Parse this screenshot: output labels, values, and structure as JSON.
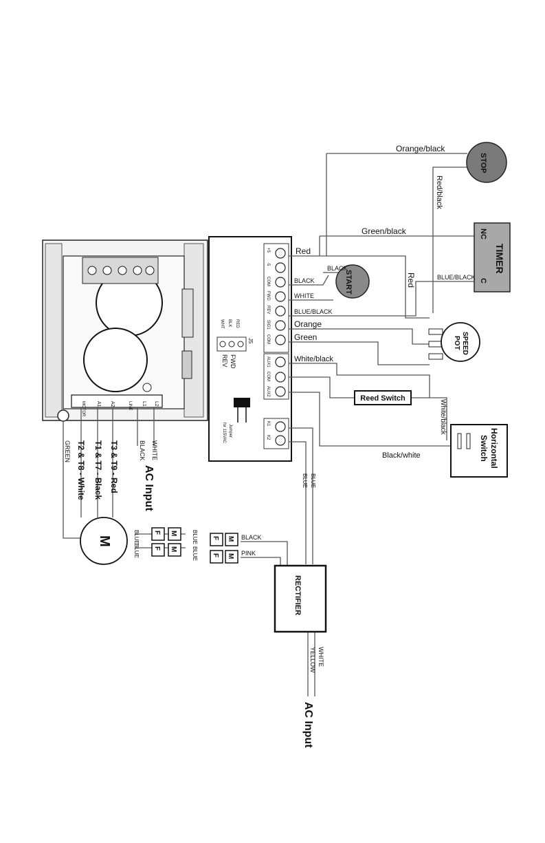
{
  "components": {
    "stop": "STOP",
    "start": "START",
    "timer": "TIMER",
    "timer_nc": "NC",
    "timer_c": "C",
    "speed_pot": [
      "SPEED",
      "POT"
    ],
    "reed_switch": "Reed Switch",
    "horizontal_switch": [
      "Horizontal",
      "Switch"
    ],
    "motor": "M",
    "rectifier": "RECTIFIER",
    "connector_m": "M",
    "connector_f": "F"
  },
  "terminals": [
    "+5",
    "-5",
    "COM",
    "FWD",
    "REV",
    "SIG1",
    "COM",
    "AUX1",
    "COM",
    "AUX2",
    "K1",
    "K2"
  ],
  "jumper_j5": {
    "id": "J5",
    "pins": [
      "RED",
      "BLK",
      "WHT"
    ],
    "positions": [
      "FWD",
      "REV"
    ]
  },
  "jumper_115": [
    "Jumper",
    "for 115VAC"
  ],
  "board_marks": {
    "motor_terminals": [
      "MOTOR",
      "A1",
      "A2"
    ],
    "line_terminals": [
      "LINE",
      "L1",
      "L2"
    ]
  },
  "wires": {
    "orange_black": "Orange/black",
    "red_black": "Red/black",
    "green_black": "Green/black",
    "red_top": "Red",
    "red_side": "Red",
    "black_start": "BLACK",
    "black": "BLACK",
    "white": "WHITE",
    "blue_black": "BLUE/BLACK",
    "blue_black_timer": "BLUE/BLACK",
    "orange": "Orange",
    "green": "Green",
    "white_black": "White/black",
    "white_black_v": "White/black",
    "black_white": "Black/white",
    "blue_1": "BLUE",
    "blue_2": "BLUE",
    "motor_blue_1": "BLUE",
    "motor_blue_2": "BLUE",
    "motor_blue_3": "BLUE",
    "motor_blue_4": "BLUE",
    "rect_black": "BLACK",
    "rect_pink": "PINK",
    "white_ac": "WHITE",
    "yellow_ac": "YELLOW",
    "ac_black": "BLACK",
    "ac_white": "WHITE",
    "ac_input_top": "AC Input",
    "ac_input_bottom": "AC Input",
    "green_ground": "GREEN",
    "t2_t8": "T2 & T8 - White",
    "t1_t7": "T1 & T7 - Black",
    "t3_t9": "T3 & T9 - Red"
  }
}
